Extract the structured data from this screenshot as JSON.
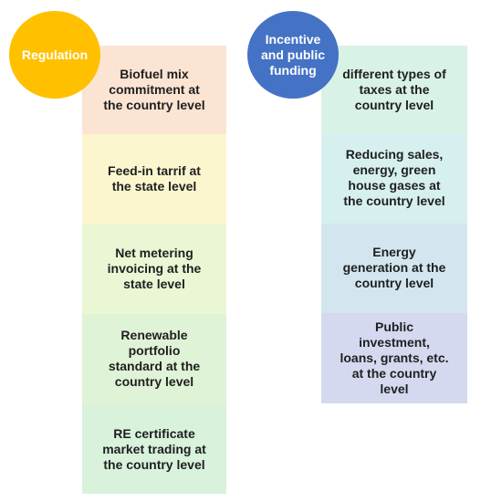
{
  "regulation": {
    "label": "Regulation",
    "color": "#FFC000",
    "items": [
      {
        "text": "Biofuel mix\ncommitment  at\nthe country level",
        "color": "#FCE4D3"
      },
      {
        "text": "Feed-in tarrif at\nthe state level",
        "color": "#FBF6CE"
      },
      {
        "text": "Net metering\ninvoicing at the\nstate level",
        "color": "#EBF6D4"
      },
      {
        "text": "Renewable\nportfolio\nstandard at the\ncountry level",
        "color": "#DFF3D7"
      },
      {
        "text": "RE certificate\nmarket trading at\nthe country level",
        "color": "#D8F2DC"
      }
    ]
  },
  "incentive": {
    "label": "Incentive\nand public\nfunding",
    "color": "#4472C4",
    "items": [
      {
        "text": "different types of\ntaxes at the\ncountry level",
        "color": "#D9F2E6"
      },
      {
        "text": "Reducing sales,\nenergy, green\nhouse gases at\nthe country level",
        "color": "#D6F0EF"
      },
      {
        "text": "Energy\ngeneration at the\ncountry level",
        "color": "#D3E6EF"
      },
      {
        "text": "Public\ninvestment,\nloans, grants, etc.\nat the country\nlevel",
        "color": "#D5D9EF"
      }
    ]
  }
}
